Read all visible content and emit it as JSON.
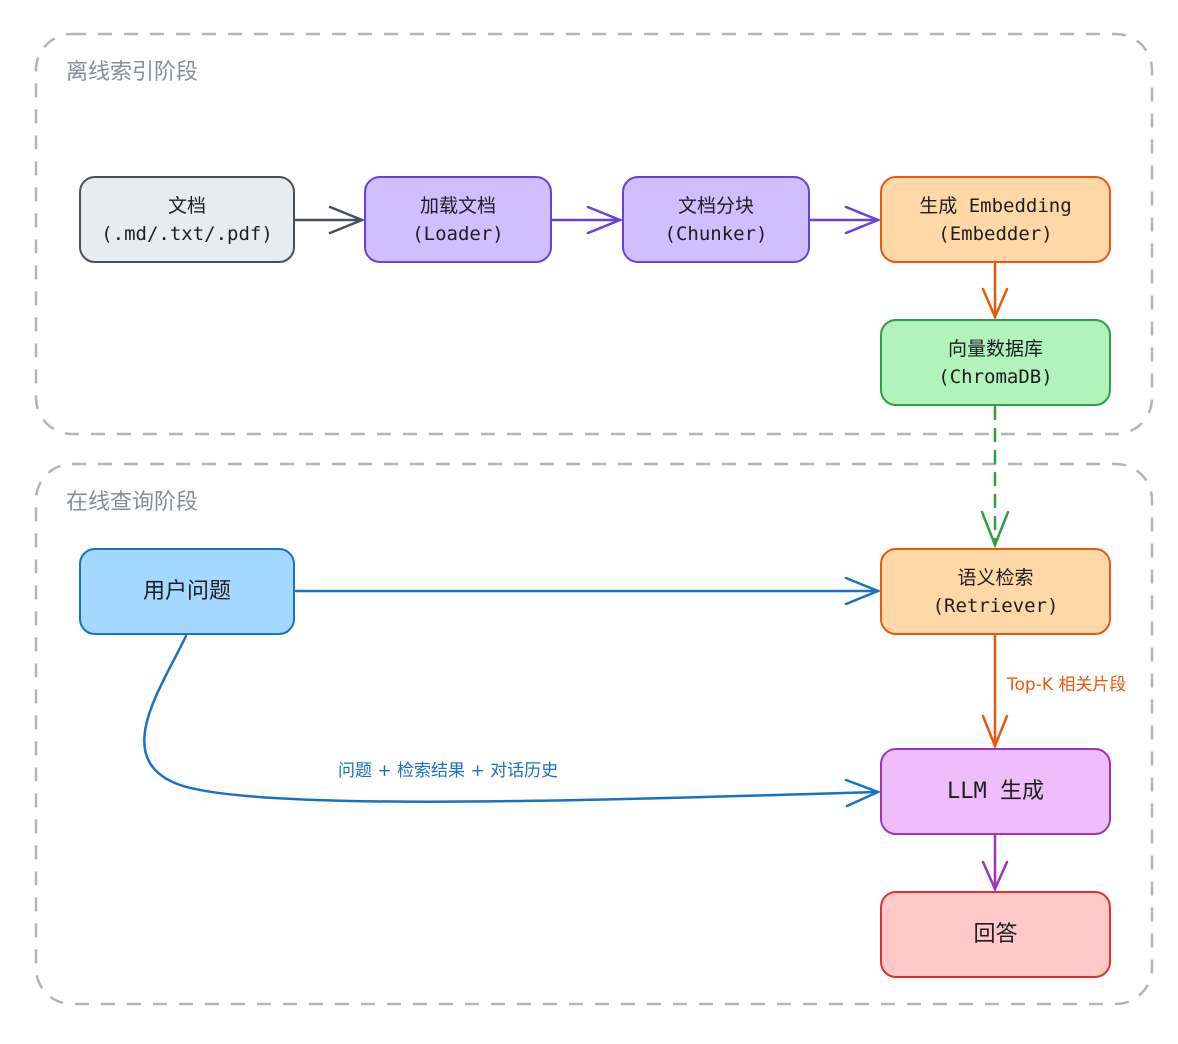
{
  "groups": {
    "offline": {
      "title": "离线索引阶段"
    },
    "online": {
      "title": "在线查询阶段"
    }
  },
  "nodes": {
    "doc": {
      "line1": "文档",
      "line2": "(.md/.txt/.pdf)"
    },
    "loader": {
      "line1": "加载文档",
      "line2": "(Loader)"
    },
    "chunker": {
      "line1": "文档分块",
      "line2": "(Chunker)"
    },
    "embedder": {
      "line1": "生成 Embedding",
      "line2": "(Embedder)"
    },
    "vectordb": {
      "line1": "向量数据库",
      "line2": "(ChromaDB)"
    },
    "question": {
      "line1": "用户问题"
    },
    "retriever": {
      "line1": "语义检索",
      "line2": "(Retriever)"
    },
    "llm": {
      "line1": "LLM 生成"
    },
    "answer": {
      "line1": "回答"
    }
  },
  "edge_labels": {
    "topk": "Top-K 相关片段",
    "context": "问题 + 检索结果 + 对话历史"
  },
  "colors": {
    "group_border": "#adb5bd",
    "doc": {
      "fill": "#e9ecef",
      "stroke": "#495057"
    },
    "loader": {
      "fill": "#d0bfff",
      "stroke": "#6741d9"
    },
    "embedder": {
      "fill": "#ffd8a8",
      "stroke": "#e8590c"
    },
    "vectordb": {
      "fill": "#b2f2bb",
      "stroke": "#2f9e44"
    },
    "question": {
      "fill": "#a5d8ff",
      "stroke": "#1971c2"
    },
    "llm": {
      "fill": "#eebefa",
      "stroke": "#9c36b5"
    },
    "answer": {
      "fill": "#ffc9c9",
      "stroke": "#e03131"
    }
  }
}
